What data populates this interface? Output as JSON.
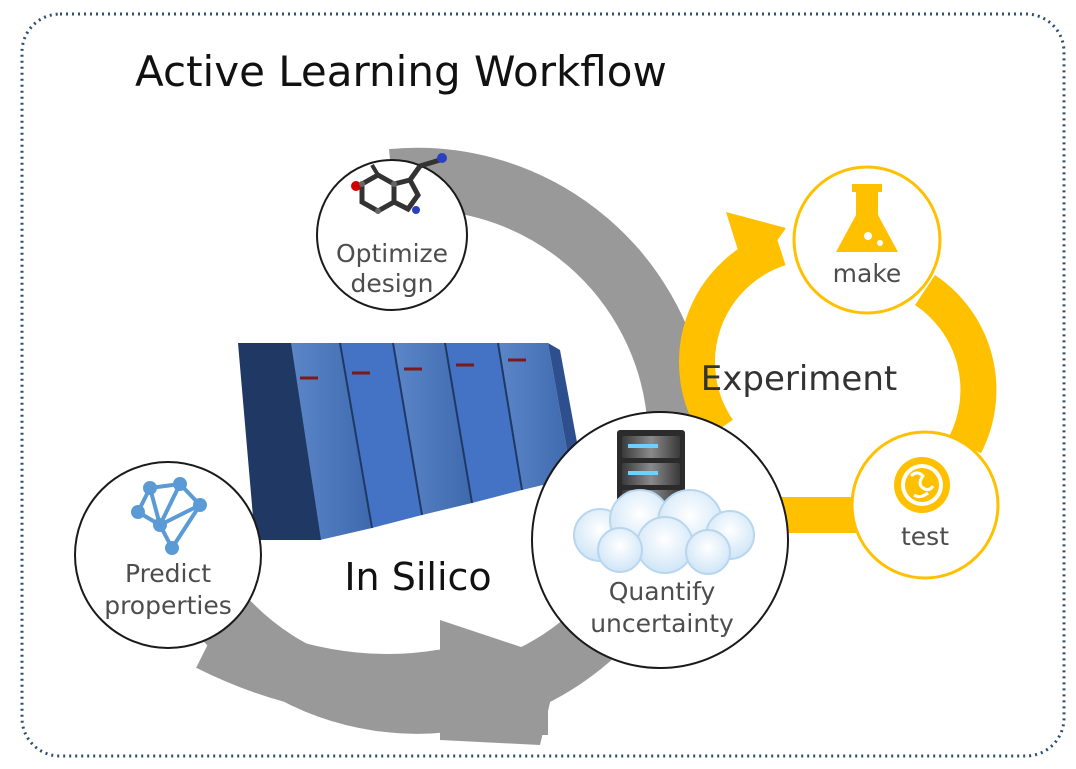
{
  "title": "Active Learning Workflow",
  "in_silico": {
    "label": "In Silico",
    "nodes": {
      "optimize": {
        "line1": "Optimize",
        "line2": "design",
        "icon": "molecule-icon"
      },
      "predict": {
        "line1": "Predict",
        "line2": "properties",
        "icon": "network-icon"
      },
      "quantify": {
        "line1": "Quantify",
        "line2": "uncertainty",
        "icon": "server-cloud-icon"
      }
    },
    "center_icon": "supercomputer-icon"
  },
  "experiment": {
    "label": "Experiment",
    "nodes": {
      "make": {
        "label": "make",
        "icon": "flask-icon"
      },
      "test": {
        "label": "test",
        "icon": "petri-dish-icon"
      }
    }
  },
  "colors": {
    "cycle_gray": "#999999",
    "experiment_yellow": "#FFC000",
    "frame_dots": "#2F4F6F",
    "server_blue": "#4472C4",
    "server_dark": "#1F3864"
  }
}
